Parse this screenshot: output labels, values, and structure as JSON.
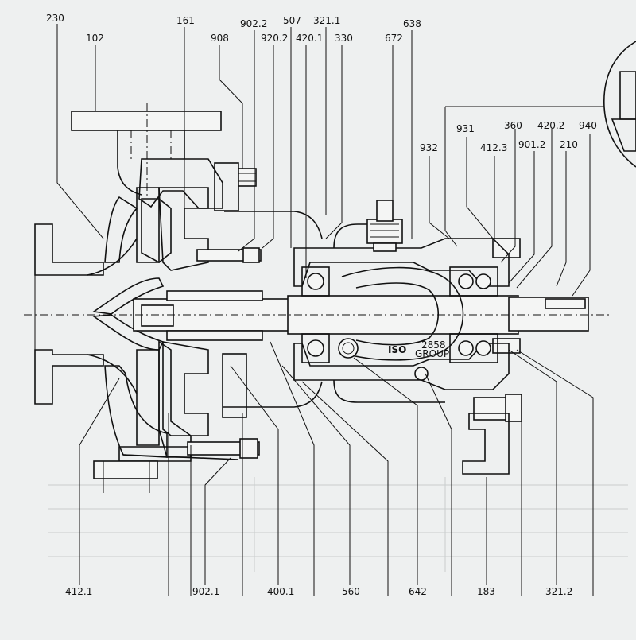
{
  "drawing": {
    "callouts_top": [
      "230",
      "102",
      "161",
      "908",
      "902.2",
      "920.2",
      "507",
      "420.1",
      "321.1",
      "330",
      "638",
      "672"
    ],
    "callouts_right": [
      "931",
      "360",
      "420.2",
      "940",
      "932",
      "412.3",
      "901.2",
      "210"
    ],
    "callouts_bottom": [
      "412.1",
      "902.1",
      "400.1",
      "560",
      "642",
      "183",
      "321.2"
    ],
    "plate_text": {
      "iso": "ISO",
      "iso_num": "2858",
      "group": "GROUP"
    }
  }
}
